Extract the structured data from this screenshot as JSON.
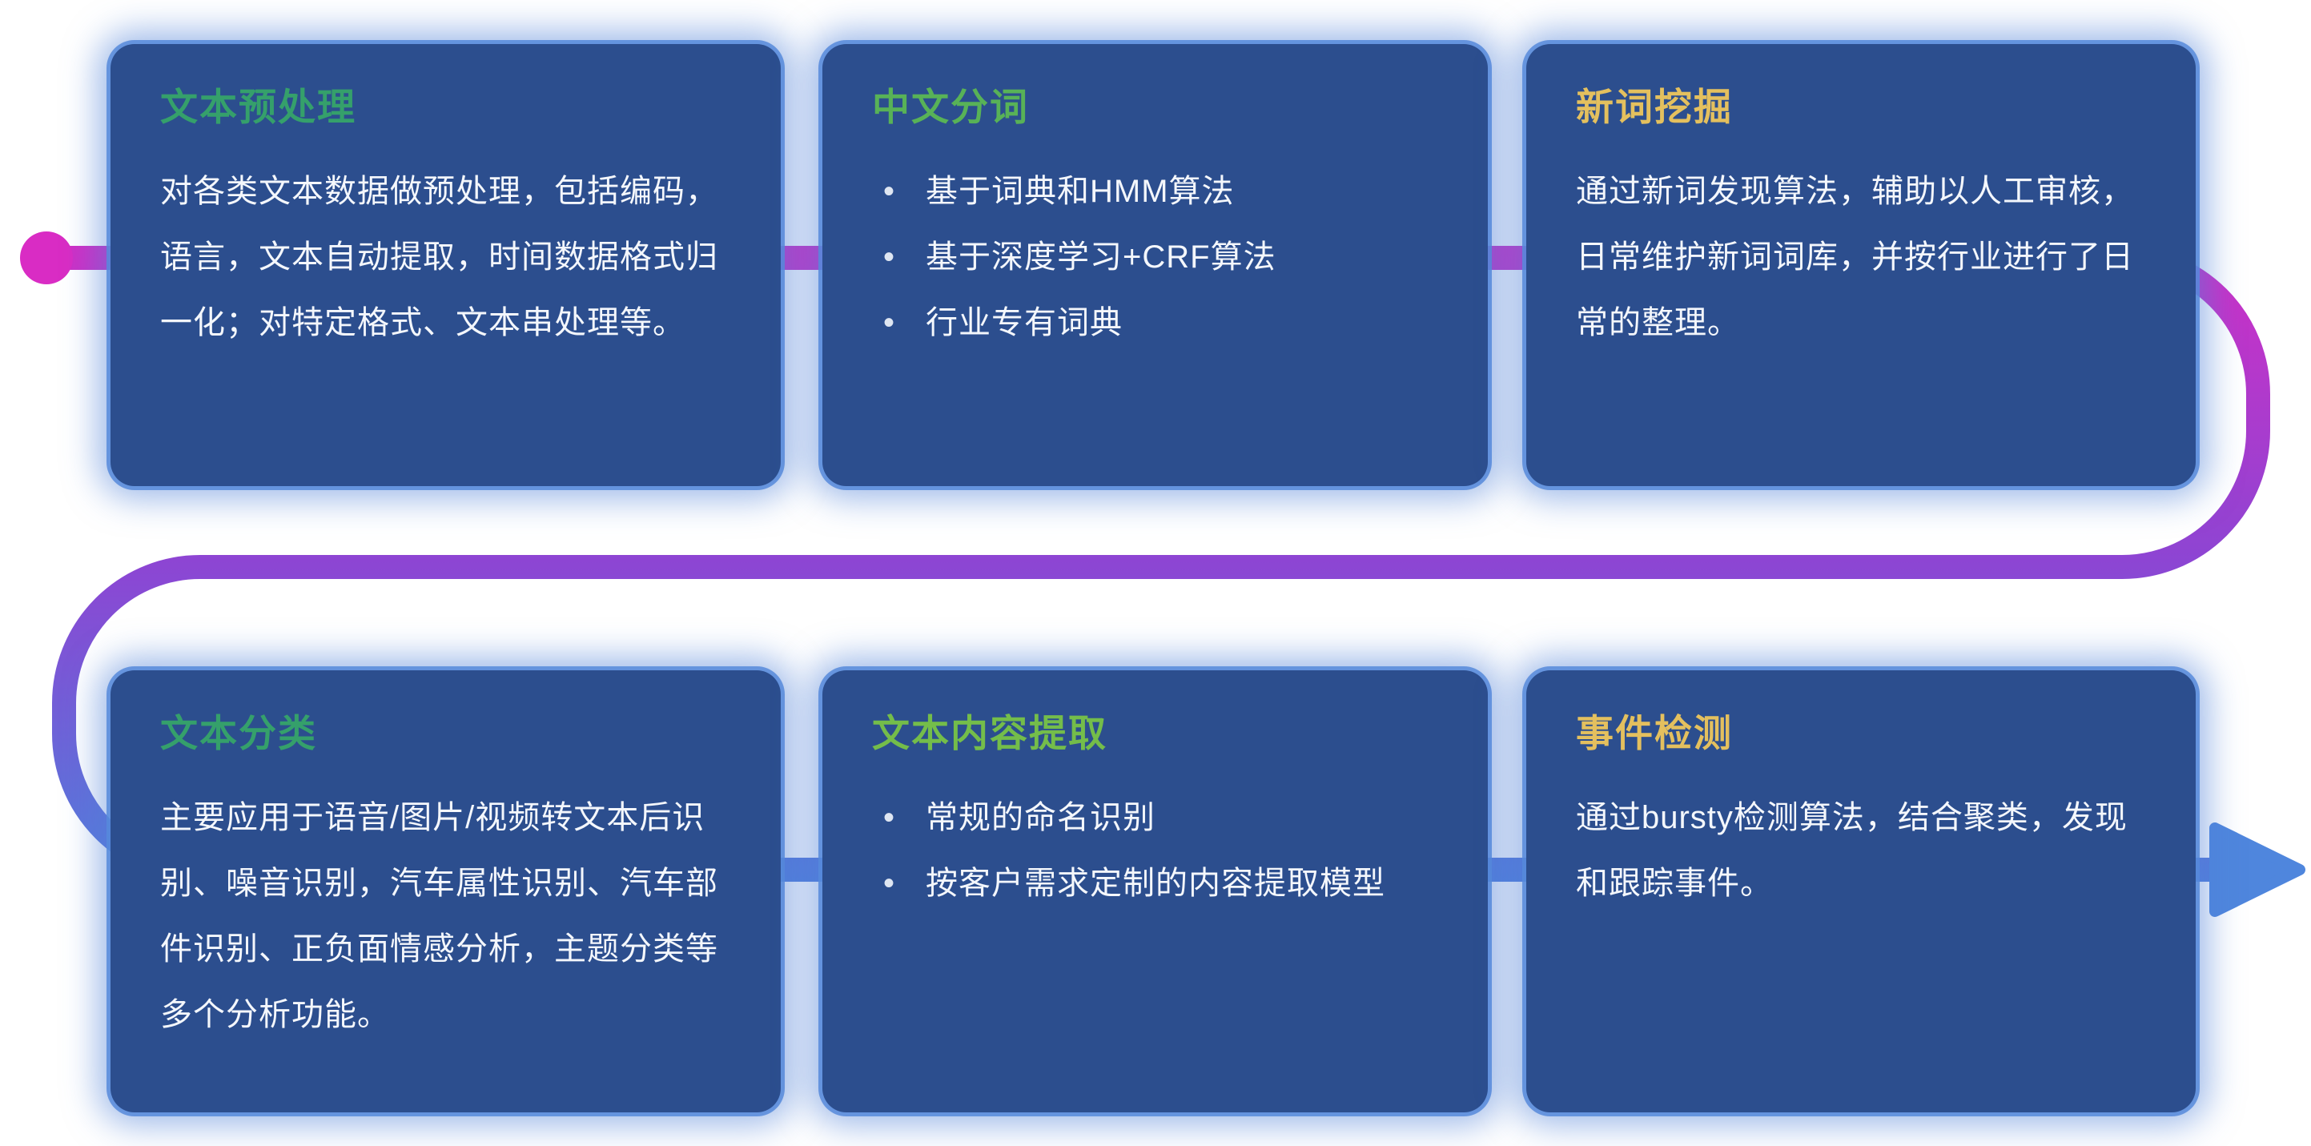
{
  "diagram": {
    "description_labels": {},
    "flow": {
      "start_dot_color": "#d92cc4",
      "line_gradient": [
        "#d92cc4",
        "#8d45d3",
        "#4b84dd"
      ],
      "end_arrow_color": "#4f86dd"
    },
    "card_background_color": "#2c4e8e",
    "card_glow_color": "#5689db"
  },
  "cards": [
    {
      "title": "文本预处理",
      "title_color": "#35a06b",
      "body": "对各类文本数据做预处理，包括编码，语言，文本自动提取，时间数据格式归一化；对特定格式、文本串处理等。",
      "bullets": []
    },
    {
      "title": "中文分词",
      "title_color": "#58b257",
      "body": "",
      "bullets": [
        "基于词典和HMM算法",
        "基于深度学习+CRF算法",
        "行业专有词典"
      ]
    },
    {
      "title": "新词挖掘",
      "title_color": "#e4c05e",
      "body": "通过新词发现算法，辅助以人工审核，日常维护新词词库，并按行业进行了日常的整理。",
      "bullets": []
    },
    {
      "title": "文本分类",
      "title_color": "#35a06b",
      "body": "主要应用于语音/图片/视频转文本后识别、噪音识别，汽车属性识别、汽车部件识别、正负面情感分析，主题分类等多个分析功能。",
      "bullets": []
    },
    {
      "title": "文本内容提取",
      "title_color": "#74bd4a",
      "body": "",
      "bullets": [
        "常规的命名识别",
        "按客户需求定制的内容提取模型"
      ]
    },
    {
      "title": "事件检测",
      "title_color": "#e4c05e",
      "body": "通过bursty检测算法，结合聚类，发现和跟踪事件。",
      "bullets": []
    }
  ]
}
